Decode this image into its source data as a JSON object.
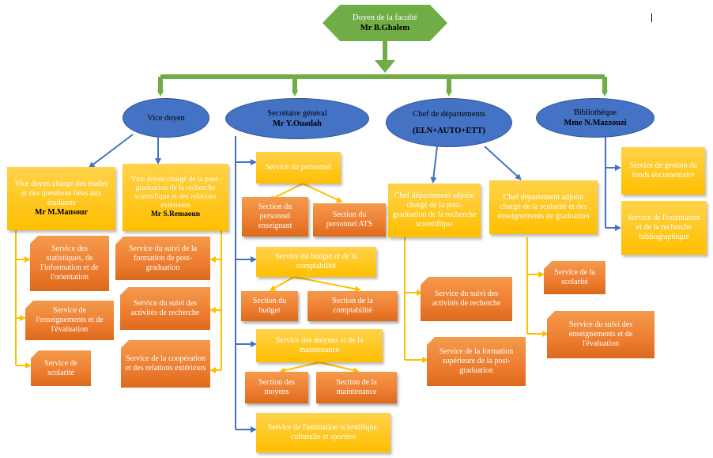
{
  "dean": {
    "title": "Doyen de la faculté",
    "name": "Mr B.Ghalem"
  },
  "vice_dean": {
    "title": "Vice doyen"
  },
  "secretary": {
    "title": "Secrétaire général",
    "name": "Mr Y.Ouadah"
  },
  "dept_head": {
    "title": "Chef de départements",
    "sub": "(ELN+AUTO+ETT)"
  },
  "library": {
    "title": "Bibliothèque",
    "name": "Mme N.Mazzouzi"
  },
  "vd_studies": {
    "title": "Vice doyen chargé des études et des questions liées aux étudiants",
    "name": "Mr M.Mansour"
  },
  "vd_postgrad": {
    "title": "Vice doyen chargé de la post-graduation de la recherche scientifique et des relations extérieurs",
    "name": "Mr S.Remaoun"
  },
  "vd_studies_services": [
    "Service des statistiques, de l'information et de l'orientation",
    "Service de l'enseignements et de l'évaluation",
    "Service de scolarité"
  ],
  "vd_postgrad_services": [
    "Service du suivi de la formation de post-graduation",
    "Service du suivi des activités de recherche",
    "Service de la coopération et des relations extérieurs"
  ],
  "sg_services": {
    "personnel": "Service du personnel",
    "teaching_staff": "Section du personnel enseignant",
    "ats_staff": "Section du personnel ATS",
    "budget": "Service du budget et de la comptabilité",
    "budget_section": "Section du budget",
    "accounting_section": "Section de la comptabilité",
    "means": "Service des moyens et de la maintenance",
    "means_section": "Section des moyens",
    "maintenance_section": "Section de la maintenance",
    "animation": "Service de l'animation scientifique, culturelle et sportive"
  },
  "dept_postgrad": {
    "title": "Chef département adjoint chargé de la post-graduation de la recherche scientifique",
    "services": [
      "Service du suivi des activités de recherche",
      "Service de la formation supérieure de la post-graduation"
    ]
  },
  "dept_schooling": {
    "title": "Chef département adjoint chargé de la scolarité et des enseignements de graduation",
    "services": [
      "Service de la scolarité",
      "Service du suivi des enseignements et de l'évaluation"
    ]
  },
  "library_services": [
    "Service de gestion du fonds documentaire",
    "Service de l'orientation et de la recherche bibliographique"
  ],
  "colors": {
    "green": "#70ad47",
    "blue": "#4472c4",
    "yellow": "#ffc000",
    "orange": "#ed7d31"
  }
}
